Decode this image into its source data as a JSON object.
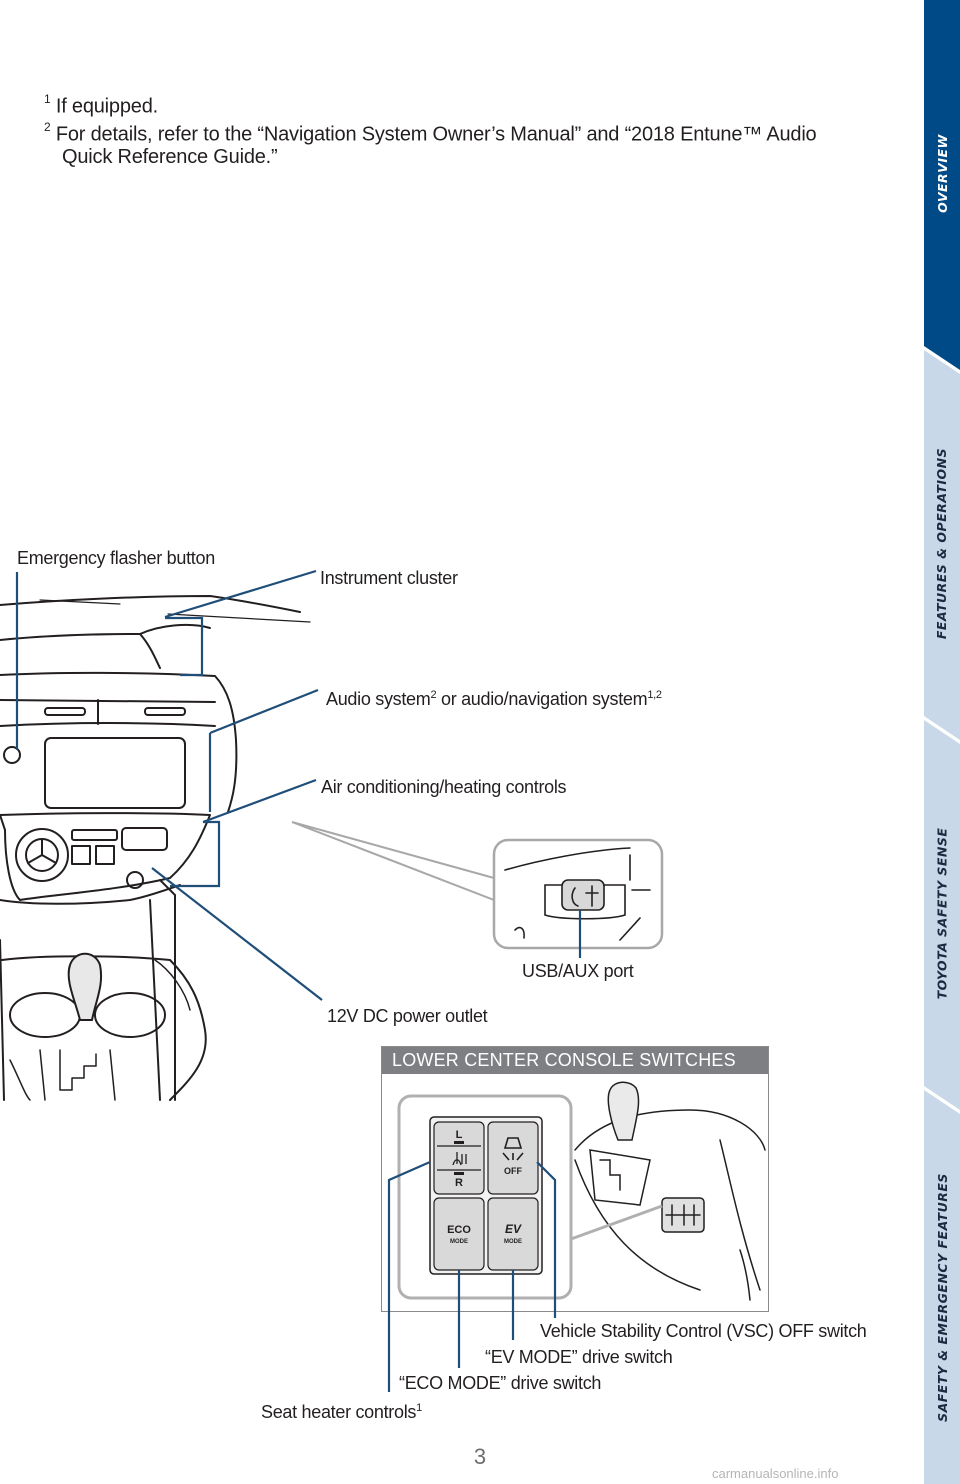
{
  "footnotes": [
    {
      "mark": "1",
      "text": "If equipped."
    },
    {
      "mark": "2",
      "text_line1": "For details, refer to the “Navigation System Owner’s Manual” and “2018 Entune™ Audio",
      "text_line2": "Quick Reference Guide.”"
    }
  ],
  "side_tabs": [
    {
      "label": "OVERVIEW",
      "active": true
    },
    {
      "label": "FEATURES & OPERATIONS",
      "active": false
    },
    {
      "label": "TOYOTA SAFETY SENSE",
      "active": false
    },
    {
      "label": "SAFETY & EMERGENCY FEATURES",
      "active": false
    }
  ],
  "callouts": {
    "emergency_flasher": "Emergency flasher button",
    "instrument_cluster": "Instrument cluster",
    "audio_system": "Audio system",
    "audio_system_sup": "2",
    "audio_nav_text": " or audio/navigation system",
    "audio_nav_sup": "1,2",
    "air_conditioning": "Air conditioning/heating controls",
    "usb_aux": "USB/AUX port",
    "power_outlet": "12V DC power outlet",
    "vsc_off": "Vehicle Stability Control (VSC) OFF switch",
    "ev_mode": "“EV MODE” drive switch",
    "eco_mode": "“ECO MODE” drive switch",
    "seat_heater": "Seat heater controls",
    "seat_heater_sup": "1"
  },
  "console_header": "LOWER CENTER CONSOLE SWITCHES",
  "switch_labels": {
    "left_seat": "L",
    "right_seat": "R",
    "off": "OFF",
    "eco": "ECO",
    "eco_mode": "MODE",
    "ev": "EV",
    "ev_mode": "MODE"
  },
  "page_number": "3",
  "watermark": "carmanualsonline.info",
  "colors": {
    "accent_blue": "#004a87",
    "tab_light": "#c9d8e8",
    "header_gray": "#7e7f82",
    "leader_blue": "#1f4e79"
  }
}
